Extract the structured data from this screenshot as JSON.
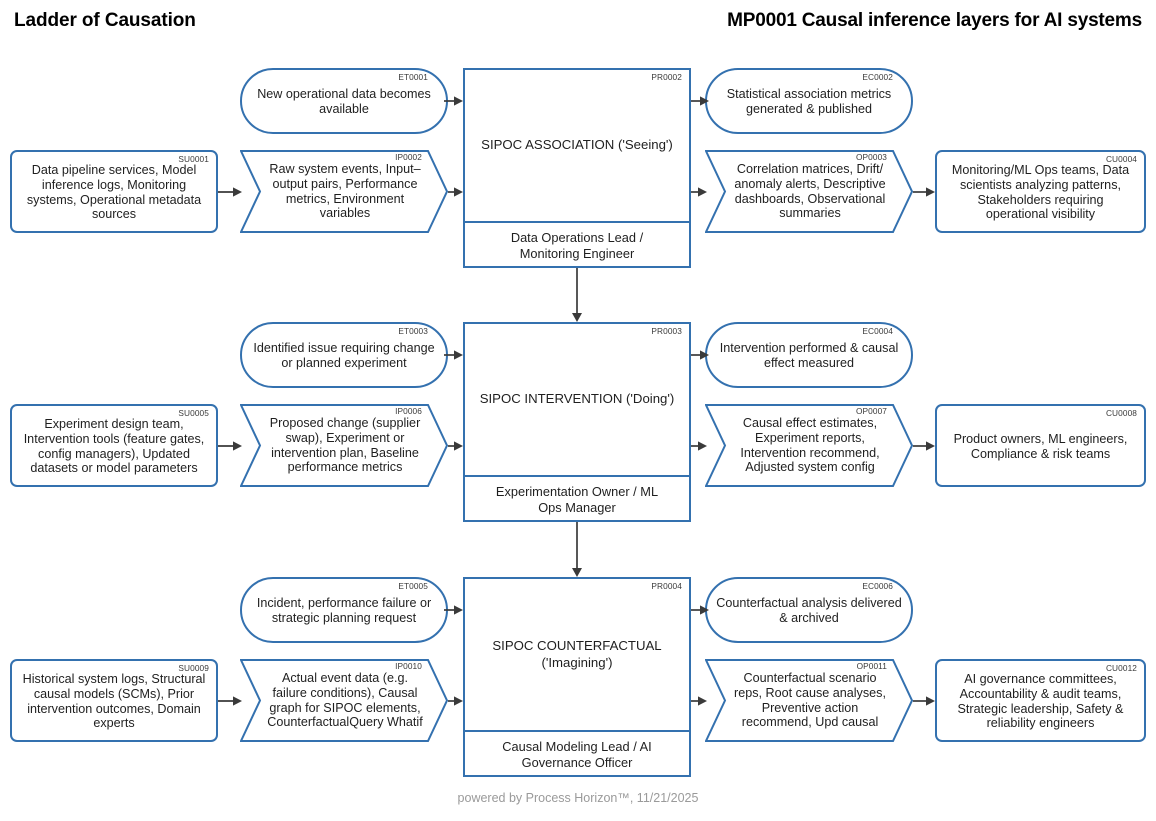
{
  "titles": {
    "left": "Ladder of Causation",
    "right": "MP0001 Causal inference layers for AI systems"
  },
  "footer": {
    "text": "powered by Process Horizon™, 11/21/2025"
  },
  "theme": {
    "border_blue": "#3471AF",
    "text": "#1f1f1f",
    "id_text": "#3a3a3a",
    "footer_text": "#9a9a9a",
    "arrow": "#3a3a3a",
    "background": "#ffffff"
  },
  "rows": [
    {
      "event": {
        "id": "ET0001",
        "text": "New operational data becomes\navailable"
      },
      "supplier": {
        "id": "SU0001",
        "text": "Data pipeline services, Model\ninference logs, Monitoring\nsystems, Operational metadata\nsources"
      },
      "input": {
        "id": "IP0002",
        "text": "Raw system events, Input–\noutput pairs, Performance\nmetrics, Environment\nvariables"
      },
      "process": {
        "id": "PR0002",
        "name": "SIPOC ASSOCIATION ('Seeing')",
        "role": "Data Operations Lead /\nMonitoring Engineer"
      },
      "outcome": {
        "id": "EC0002",
        "text": "Statistical association metrics\ngenerated & published"
      },
      "output": {
        "id": "OP0003",
        "text": "Correlation matrices, Drift/\nanomaly alerts, Descriptive\ndashboards, Observational\nsummaries"
      },
      "customer": {
        "id": "CU0004",
        "text": "Monitoring/ML Ops teams, Data\nscientists analyzing patterns,\nStakeholders requiring\noperational visibility"
      }
    },
    {
      "event": {
        "id": "ET0003",
        "text": "Identified issue requiring change\nor planned experiment"
      },
      "supplier": {
        "id": "SU0005",
        "text": "Experiment design team,\nIntervention tools (feature gates,\nconfig managers), Updated\ndatasets or model parameters"
      },
      "input": {
        "id": "IP0006",
        "text": "Proposed change (supplier\nswap), Experiment or\nintervention plan, Baseline\nperformance metrics"
      },
      "process": {
        "id": "PR0003",
        "name": "SIPOC INTERVENTION ('Doing')",
        "role": "Experimentation Owner / ML\nOps Manager"
      },
      "outcome": {
        "id": "EC0004",
        "text": "Intervention performed & causal\neffect measured"
      },
      "output": {
        "id": "OP0007",
        "text": "Causal effect estimates,\nExperiment reports,\nIntervention recommend,\nAdjusted system config"
      },
      "customer": {
        "id": "CU0008",
        "text": "Product owners, ML engineers,\nCompliance & risk teams"
      }
    },
    {
      "event": {
        "id": "ET0005",
        "text": "Incident, performance failure or\nstrategic planning request"
      },
      "supplier": {
        "id": "SU0009",
        "text": "Historical system logs, Structural\ncausal models (SCMs), Prior\nintervention outcomes, Domain\nexperts"
      },
      "input": {
        "id": "IP0010",
        "text": "Actual event data (e.g.\nfailure conditions), Causal\ngraph for SIPOC elements,\nCounterfactualQuery Whatif"
      },
      "process": {
        "id": "PR0004",
        "name": "SIPOC COUNTERFACTUAL\n('Imagining')",
        "role": "Causal Modeling Lead / AI\nGovernance Officer"
      },
      "outcome": {
        "id": "EC0006",
        "text": "Counterfactual analysis delivered\n& archived"
      },
      "output": {
        "id": "OP0011",
        "text": "Counterfactual scenario\nreps, Root cause analyses,\nPreventive action\nrecommend, Upd causal"
      },
      "customer": {
        "id": "CU0012",
        "text": "AI governance committees,\nAccountability & audit teams,\nStrategic leadership, Safety &\nreliability engineers"
      }
    }
  ]
}
